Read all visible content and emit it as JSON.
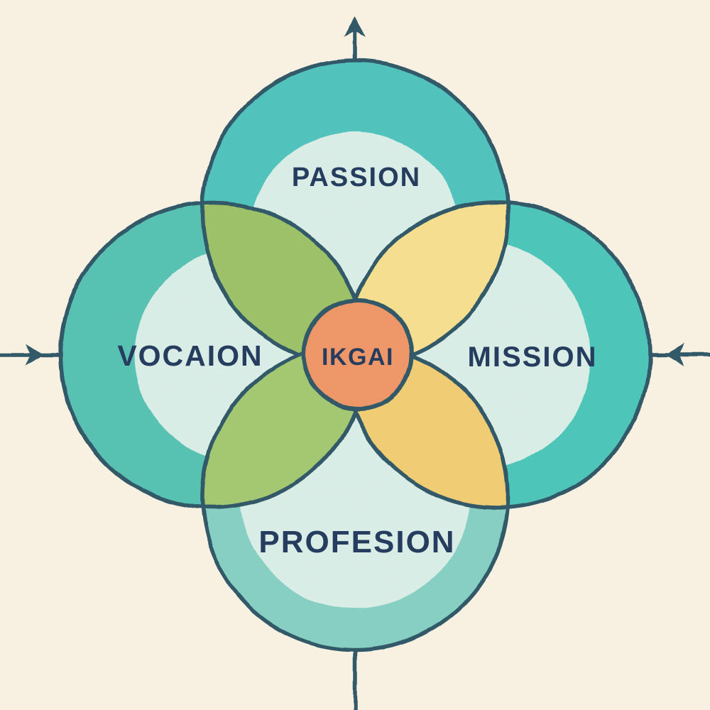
{
  "diagram": {
    "type": "ikigai-venn",
    "labels": {
      "top": "PASSION",
      "left": "VOCAION",
      "right": "MISSION",
      "bottom": "PROFESION",
      "center": "IKGAI"
    },
    "icons": {
      "top": "arrow-up-icon",
      "left": "arrow-right-icon",
      "right": "arrow-left-icon",
      "bottom": "axis-line"
    },
    "colors": {
      "background": "#f9f2e3",
      "circle_teal_top": "#4fc2bd",
      "circle_teal_left": "#54c1b2",
      "circle_teal_right": "#4cc5b9",
      "circle_teal_bottom": "#84cfc2",
      "inner_mint": "#d9eee7",
      "petal_green_top": "#9bc166",
      "petal_green_bottom": "#a2c76f",
      "petal_yellow_top": "#f6de8e",
      "petal_gold_bottom": "#f0cc72",
      "center_orange": "#ef9566",
      "outline": "#2e5766",
      "text": "#21395c"
    }
  }
}
